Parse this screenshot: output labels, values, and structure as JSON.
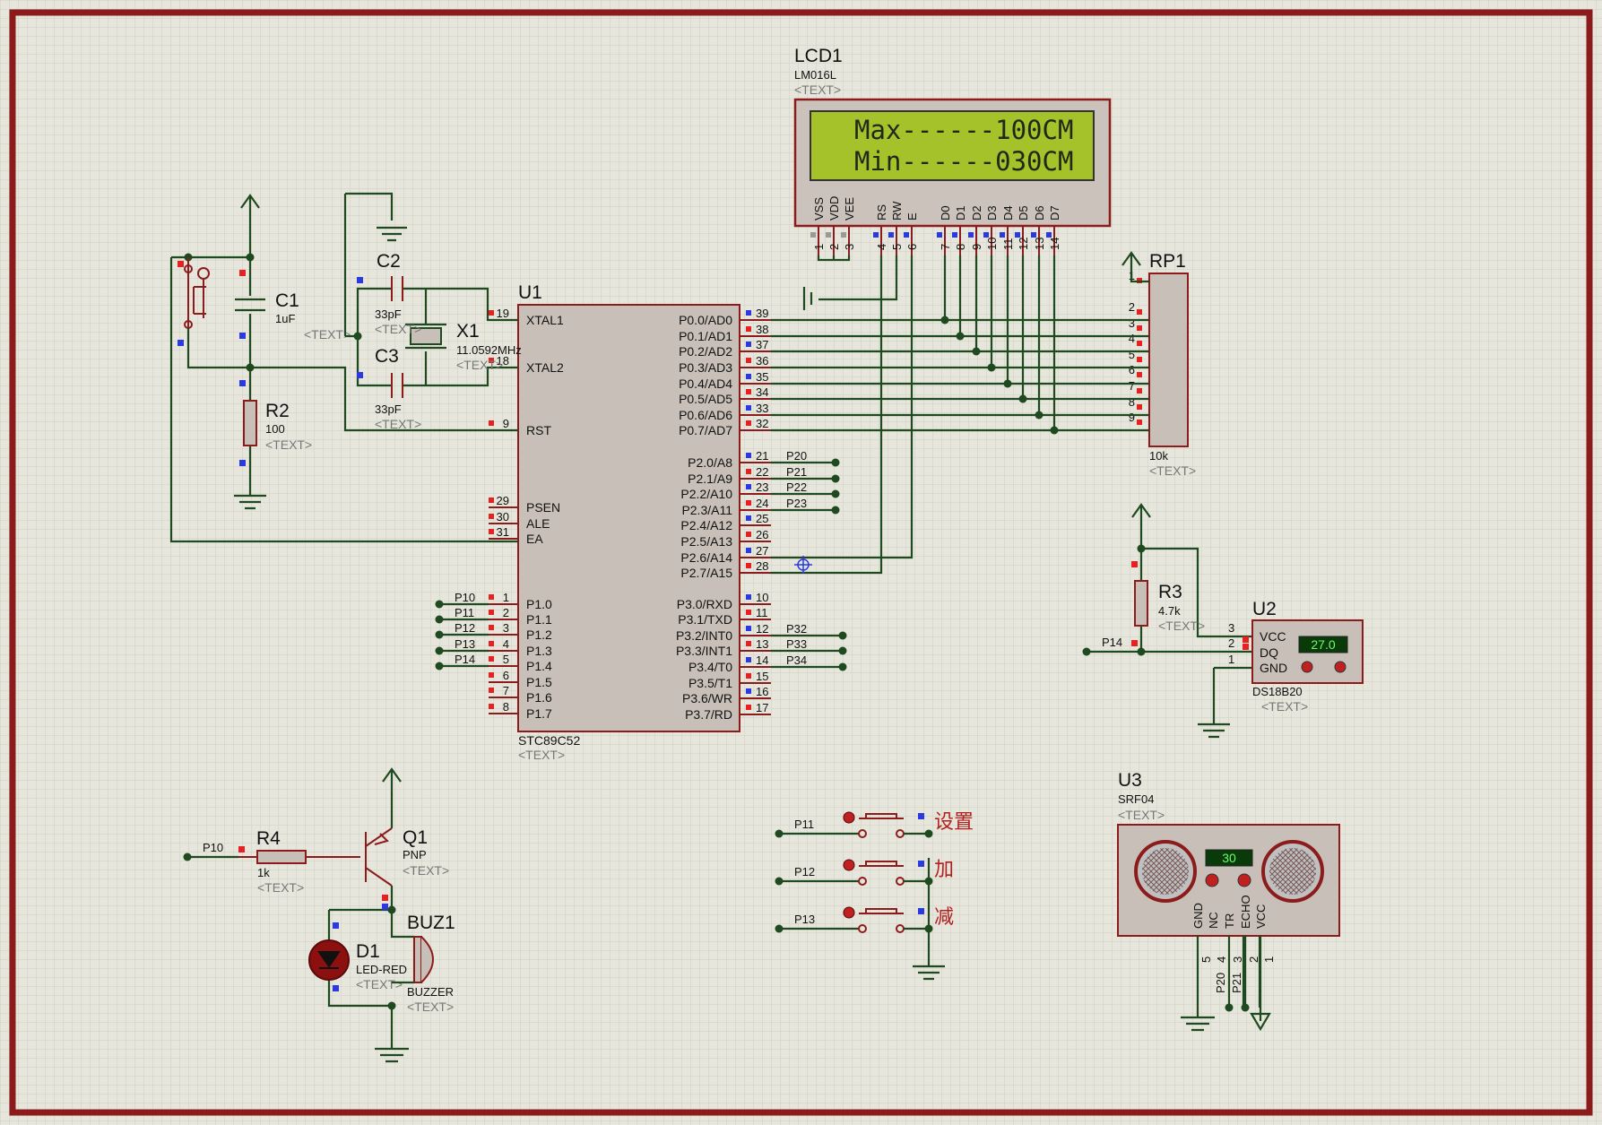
{
  "lcd": {
    "ref": "LCD1",
    "model": "LM016L",
    "text": "<TEXT>",
    "line1": "Max------100CM",
    "line2": "Min------030CM",
    "pins": [
      "VSS",
      "VDD",
      "VEE",
      "RS",
      "RW",
      "E",
      "D0",
      "D1",
      "D2",
      "D3",
      "D4",
      "D5",
      "D6",
      "D7"
    ],
    "pin_numbers": [
      "1",
      "2",
      "3",
      "4",
      "5",
      "6",
      "7",
      "8",
      "9",
      "10",
      "11",
      "12",
      "13",
      "14"
    ]
  },
  "mcu": {
    "ref": "U1",
    "model": "STC89C52",
    "text": "<TEXT>",
    "left_pins": [
      {
        "num": "19",
        "name": "XTAL1"
      },
      {
        "num": "18",
        "name": "XTAL2"
      },
      {
        "num": "9",
        "name": "RST"
      },
      {
        "num": "29",
        "name": "PSEN"
      },
      {
        "num": "30",
        "name": "ALE"
      },
      {
        "num": "31",
        "name": "EA"
      },
      {
        "num": "1",
        "name": "P1.0",
        "net": "P10"
      },
      {
        "num": "2",
        "name": "P1.1",
        "net": "P11"
      },
      {
        "num": "3",
        "name": "P1.2",
        "net": "P12"
      },
      {
        "num": "4",
        "name": "P1.3",
        "net": "P13"
      },
      {
        "num": "5",
        "name": "P1.4",
        "net": "P14"
      },
      {
        "num": "6",
        "name": "P1.5",
        "net": ""
      },
      {
        "num": "7",
        "name": "P1.6",
        "net": ""
      },
      {
        "num": "8",
        "name": "P1.7",
        "net": ""
      }
    ],
    "right_pins": [
      {
        "num": "39",
        "name": "P0.0/AD0"
      },
      {
        "num": "38",
        "name": "P0.1/AD1"
      },
      {
        "num": "37",
        "name": "P0.2/AD2"
      },
      {
        "num": "36",
        "name": "P0.3/AD3"
      },
      {
        "num": "35",
        "name": "P0.4/AD4"
      },
      {
        "num": "34",
        "name": "P0.5/AD5"
      },
      {
        "num": "33",
        "name": "P0.6/AD6"
      },
      {
        "num": "32",
        "name": "P0.7/AD7"
      },
      {
        "num": "21",
        "name": "P2.0/A8",
        "net": "P20"
      },
      {
        "num": "22",
        "name": "P2.1/A9",
        "net": "P21"
      },
      {
        "num": "23",
        "name": "P2.2/A10",
        "net": "P22"
      },
      {
        "num": "24",
        "name": "P2.3/A11",
        "net": "P23"
      },
      {
        "num": "25",
        "name": "P2.4/A12"
      },
      {
        "num": "26",
        "name": "P2.5/A13"
      },
      {
        "num": "27",
        "name": "P2.6/A14"
      },
      {
        "num": "28",
        "name": "P2.7/A15"
      },
      {
        "num": "10",
        "name": "P3.0/RXD"
      },
      {
        "num": "11",
        "name": "P3.1/TXD"
      },
      {
        "num": "12",
        "name": "P3.2/INT0",
        "net": "P32"
      },
      {
        "num": "13",
        "name": "P3.3/INT1",
        "net": "P33"
      },
      {
        "num": "14",
        "name": "P3.4/T0",
        "net": "P34"
      },
      {
        "num": "15",
        "name": "P3.5/T1"
      },
      {
        "num": "16",
        "name": "P3.6/WR"
      },
      {
        "num": "17",
        "name": "P3.7/RD"
      }
    ]
  },
  "rp1": {
    "ref": "RP1",
    "value": "10k",
    "text": "<TEXT>",
    "pins": [
      "1",
      "2",
      "3",
      "4",
      "5",
      "6",
      "7",
      "8",
      "9"
    ]
  },
  "c1": {
    "ref": "C1",
    "value": "1uF",
    "text": "<TEXT>"
  },
  "r2": {
    "ref": "R2",
    "value": "100",
    "text": "<TEXT>"
  },
  "c2": {
    "ref": "C2",
    "value": "33pF",
    "text": "<TEXT>"
  },
  "c3": {
    "ref": "C3",
    "value": "33pF",
    "text": "<TEXT>"
  },
  "x1": {
    "ref": "X1",
    "value": "11.0592MHz",
    "text": "<TEXT>"
  },
  "r3": {
    "ref": "R3",
    "value": "4.7k",
    "text": "<TEXT>"
  },
  "u2": {
    "ref": "U2",
    "model": "DS18B20",
    "text": "<TEXT>",
    "pins": [
      "VCC",
      "DQ",
      "GND"
    ],
    "pin_numbers": [
      "3",
      "2",
      "1"
    ],
    "reading": "27.0",
    "net": "P14"
  },
  "u3": {
    "ref": "U3",
    "model": "SRF04",
    "text": "<TEXT>",
    "reading": "30",
    "pins": [
      "GND",
      "NC",
      "TR",
      "ECHO",
      "VCC"
    ],
    "pin_numbers": [
      "5",
      "4",
      "3",
      "2",
      "1"
    ],
    "nets": [
      "P20",
      "P21"
    ]
  },
  "r4": {
    "ref": "R4",
    "value": "1k",
    "text": "<TEXT>",
    "net": "P10"
  },
  "q1": {
    "ref": "Q1",
    "model": "PNP",
    "text": "<TEXT>"
  },
  "d1": {
    "ref": "D1",
    "model": "LED-RED",
    "text": "<TEXT>"
  },
  "buz1": {
    "ref": "BUZ1",
    "model": "BUZZER",
    "text": "<TEXT>"
  },
  "buttons": [
    {
      "net": "P11",
      "label": "设置"
    },
    {
      "net": "P12",
      "label": "加"
    },
    {
      "net": "P13",
      "label": "减"
    }
  ]
}
